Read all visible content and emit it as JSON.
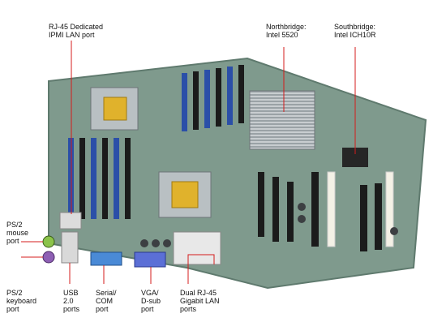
{
  "labels": {
    "ipmi": "RJ-45 Dedicated\nIPMI LAN port",
    "northbridge": "Northbridge:\nIntel 5520",
    "southbridge": "Southbridge:\nIntel ICH10R",
    "ps2_mouse": "PS/2\nmouse\nport",
    "ps2_keyboard": "PS/2\nkeyboard\nport",
    "usb": "USB\n2.0\nports",
    "serial": "Serial/\nCOM\nport",
    "vga": "VGA/\nD-sub\nport",
    "rj45": "Dual RJ-45\nGigabit LAN\nports"
  },
  "colors": {
    "pcb": "#7f9a8d",
    "pcb_dark": "#5f7a6e",
    "dimm_blue": "#2b4fa8",
    "dimm_black": "#1b1b1b",
    "socket_gold": "#e0b22c",
    "leader": "#d41c1c"
  }
}
